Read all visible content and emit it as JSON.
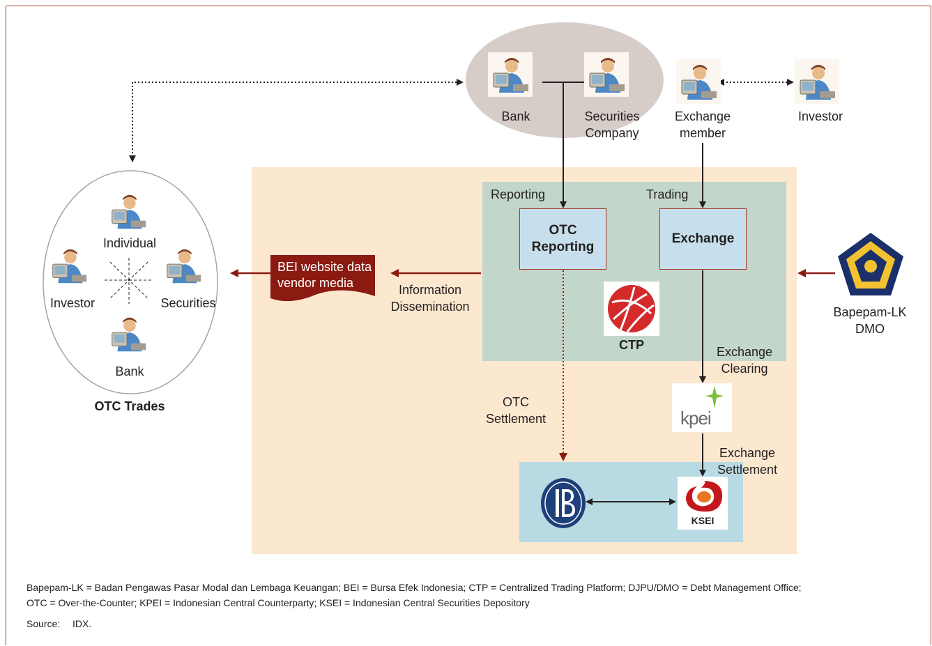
{
  "colors": {
    "frame": "#a33a2e",
    "ellipse_fill": "#d6cdc9",
    "panel_fill": "#fce7cf",
    "ctp_panel_fill": "#c2d6c9",
    "box_fill": "#c7deec",
    "arrow_red": "#8b1a10",
    "settlement_fill": "#b8dbe3"
  },
  "top": {
    "bank": "Bank",
    "securities_company_l1": "Securities",
    "securities_company_l2": "Company",
    "exchange_member_l1": "Exchange",
    "exchange_member_l2": "member",
    "investor": "Investor"
  },
  "otc_circle": {
    "individual": "Individual",
    "investor": "Investor",
    "securities": "Securities",
    "bank": "Bank",
    "caption": "OTC Trades"
  },
  "info": {
    "banner_l1": "BEI website data",
    "banner_l2": "vendor media",
    "dissemination_l1": "Information",
    "dissemination_l2": "Dissemination"
  },
  "ctp_panel": {
    "reporting_label": "Reporting",
    "trading_label": "Trading",
    "otc_reporting_box": "OTC\nReporting",
    "exchange_box": "Exchange",
    "ctp_label": "CTP"
  },
  "regulator": {
    "label_l1": "Bapepam-LK",
    "label_l2": "DMO",
    "icon": "bapepam-emblem-icon"
  },
  "clearing": {
    "exchange_clearing_l1": "Exchange",
    "exchange_clearing_l2": "Clearing",
    "kpei_logo_text": "kpei",
    "otc_settlement_l1": "OTC",
    "otc_settlement_l2": "Settlement",
    "exchange_settlement_l1": "Exchange",
    "exchange_settlement_l2": "Settlement",
    "ksei_logo_text": "KSEI"
  },
  "footer": {
    "line1": "Bapepam-LK = Badan Pengawas Pasar Modal dan Lembaga Keuangan; BEI = Bursa Efek Indonesia; CTP = Centralized Trading Platform; DJPU/DMO = Debt Management Office;",
    "line2": "OTC = Over-the-Counter; KPEI = Indonesian Central Counterparty; KSEI = Indonesian Central Securities Depository",
    "source_label": "Source:",
    "source_value": "IDX."
  }
}
